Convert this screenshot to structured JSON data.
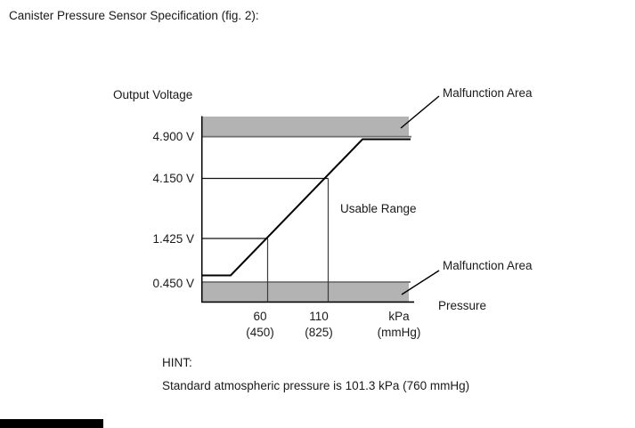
{
  "title": "Canister Pressure Sensor Specification (fig. 2):",
  "chart": {
    "y_axis_title": "Output Voltage",
    "x_axis_title": "Pressure",
    "y_ticks": [
      "4.900 V",
      "4.150 V",
      "1.425 V",
      "0.450 V"
    ],
    "x_ticks": [
      {
        "primary": "60",
        "secondary": "(450)"
      },
      {
        "primary": "110",
        "secondary": "(825)"
      }
    ],
    "x_unit": {
      "primary": "kPa",
      "secondary": "(mmHg)"
    },
    "annotations": {
      "malfunction_top": "Malfunction Area",
      "malfunction_bottom": "Malfunction Area",
      "usable_range": "Usable Range"
    }
  },
  "hint": {
    "label": "HINT:",
    "text": "Standard atmospheric pressure is 101.3 kPa (760 mmHg)"
  },
  "colors": {
    "malfunction_band": "#b3b3b3",
    "band_edge": "#6f6f6f",
    "line": "#000000"
  },
  "chart_data": {
    "type": "line",
    "title": "Canister Pressure Sensor Specification (fig. 2)",
    "xlabel": "Pressure",
    "x_units": [
      "kPa",
      "mmHg"
    ],
    "ylabel": "Output Voltage",
    "y_unit": "V",
    "x_tick_values": [
      {
        "kPa": 60,
        "mmHg": 450
      },
      {
        "kPa": 110,
        "mmHg": 825
      }
    ],
    "y_reference_values_v": [
      4.9,
      4.15,
      1.425,
      0.45
    ],
    "series": [
      {
        "name": "Sensor output voltage vs pressure",
        "shape": "flat-low, linear rise, flat-high",
        "clamp_low_v": 0.45,
        "clamp_high_v": 4.9,
        "key_points": [
          {
            "pressure_kPa": 60,
            "pressure_mmHg": 450,
            "voltage_v": 1.425
          },
          {
            "pressure_kPa": 110,
            "pressure_mmHg": 825,
            "voltage_v": 4.15
          }
        ]
      }
    ],
    "regions": [
      {
        "label": "Malfunction Area",
        "location": "above 4.900 V"
      },
      {
        "label": "Usable Range",
        "location": "between clamps, around 1.425 V to 4.150 V"
      },
      {
        "label": "Malfunction Area",
        "location": "below 0.450 V"
      }
    ],
    "grid": false,
    "legend": false,
    "note": "Standard atmospheric pressure is 101.3 kPa (760 mmHg)"
  }
}
